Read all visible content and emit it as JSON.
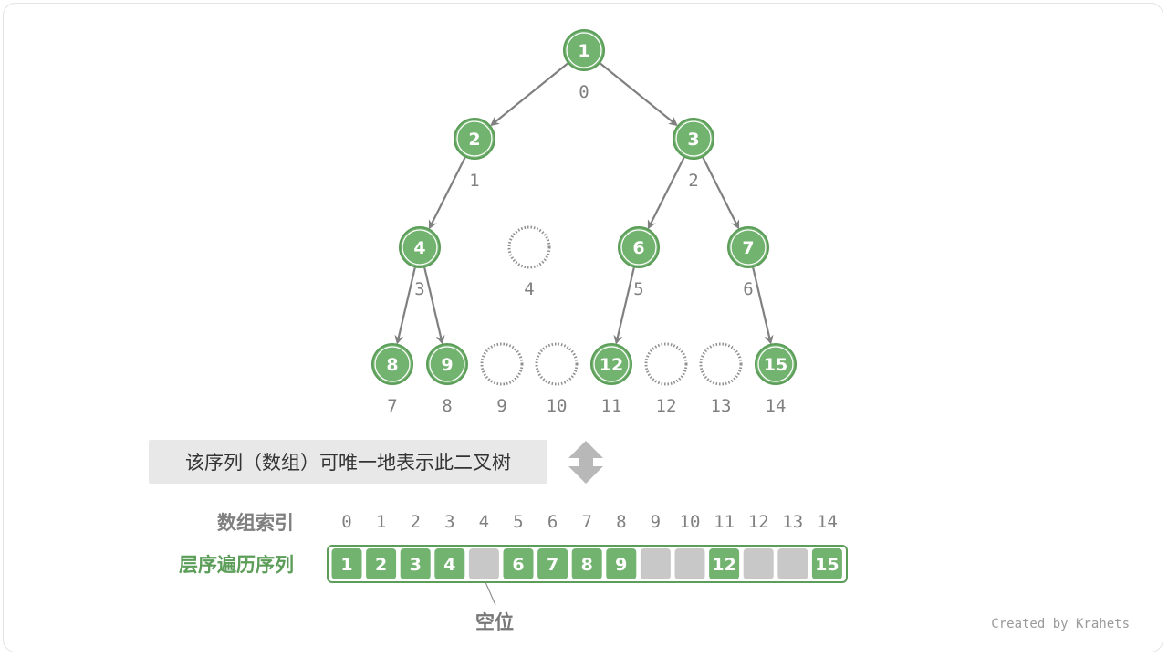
{
  "tree": {
    "nodes": [
      {
        "value": "1",
        "index": "0",
        "empty": false
      },
      {
        "value": "2",
        "index": "1",
        "empty": false
      },
      {
        "value": "3",
        "index": "2",
        "empty": false
      },
      {
        "value": "4",
        "index": "3",
        "empty": false
      },
      {
        "value": "",
        "index": "4",
        "empty": true
      },
      {
        "value": "6",
        "index": "5",
        "empty": false
      },
      {
        "value": "7",
        "index": "6",
        "empty": false
      },
      {
        "value": "8",
        "index": "7",
        "empty": false
      },
      {
        "value": "9",
        "index": "8",
        "empty": false
      },
      {
        "value": "",
        "index": "9",
        "empty": true
      },
      {
        "value": "",
        "index": "10",
        "empty": true
      },
      {
        "value": "12",
        "index": "11",
        "empty": false
      },
      {
        "value": "",
        "index": "12",
        "empty": true
      },
      {
        "value": "",
        "index": "13",
        "empty": true
      },
      {
        "value": "15",
        "index": "14",
        "empty": false
      }
    ]
  },
  "caption": "该序列（数组）可唯一地表示此二叉树",
  "array": {
    "index_label": "数组索引",
    "level_label": "层序遍历序列",
    "indices": [
      "0",
      "1",
      "2",
      "3",
      "4",
      "5",
      "6",
      "7",
      "8",
      "9",
      "10",
      "11",
      "12",
      "13",
      "14"
    ],
    "cells": [
      "1",
      "2",
      "3",
      "4",
      "",
      "6",
      "7",
      "8",
      "9",
      "",
      "",
      "12",
      "",
      "",
      "15"
    ],
    "empty_label": "空位"
  },
  "credit": "Created by Krahets",
  "colors": {
    "node_fill": "#73b370",
    "node_stroke": "#5c9e59",
    "edge": "#808080",
    "empty_cell": "#c8c8c8",
    "dotted": "#909090"
  }
}
